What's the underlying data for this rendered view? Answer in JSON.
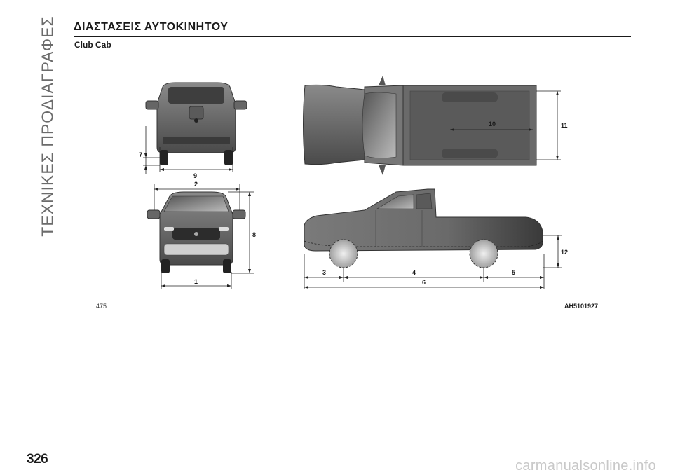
{
  "section_vertical": "ΤΕΧΝΙΚΕΣ ΠΡΟΔΙΑΓΡΑΦΕΣ",
  "heading": "ΔΙΑΣΤΑΣΕΙΣ ΑΥΤΟΚΙΝΗΤΟΥ",
  "subheading": "Club Cab",
  "figure": {
    "ref_left": "475",
    "ref_right": "AH5101927",
    "labels": {
      "l1": "1",
      "l2": "2",
      "l3": "3",
      "l4": "4",
      "l5": "5",
      "l6": "6",
      "l7": "7",
      "l8": "8",
      "l9": "9",
      "l10": "10",
      "l11": "11",
      "l12": "12"
    }
  },
  "page_number": "326",
  "watermark": "carmanualsonline.info"
}
